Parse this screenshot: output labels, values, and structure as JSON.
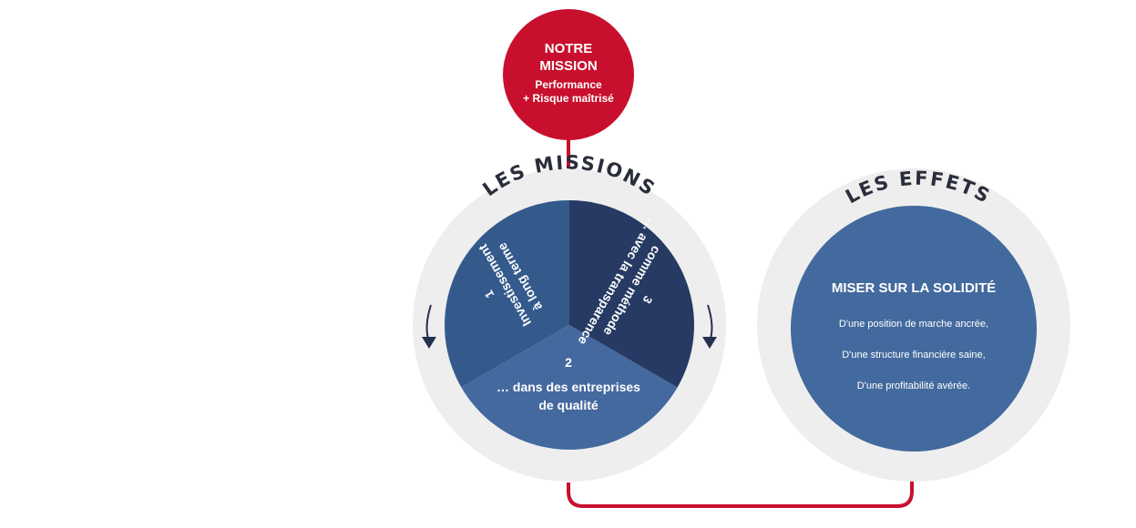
{
  "mission": {
    "title_line1": "NOTRE",
    "title_line2": "MISSION",
    "sub_line1": "Performance",
    "sub_line2": "+ Risque maîtrisé"
  },
  "missions": {
    "ring_title": "LES MISSIONS",
    "segments": [
      {
        "number": "1",
        "line1": "Investissement",
        "line2": "à long terme"
      },
      {
        "number": "2",
        "line1": "… dans des entreprises",
        "line2": "de qualité"
      },
      {
        "number": "3",
        "line1": "comme méthode",
        "line2": "… avec la transparence"
      }
    ]
  },
  "effets": {
    "ring_title": "LES EFFETS",
    "headline": "MISER SUR LA SOLIDITÉ",
    "items": [
      "D'une position de marche ancrée,",
      "D'une structure financière saine,",
      "D'une profitabilité avérée."
    ]
  },
  "colors": {
    "red": "#c8102e",
    "ring_gray": "#efeeee",
    "seg1": "#345a8c",
    "seg2": "#44699f",
    "seg3": "#263a63",
    "effets_fill": "#436a9e",
    "arrow": "#23304f"
  }
}
